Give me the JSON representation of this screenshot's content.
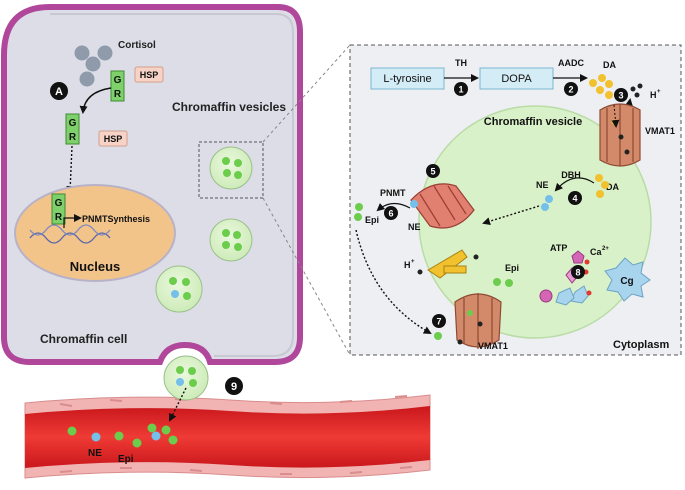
{
  "cell": {
    "cortisol": "Cortisol",
    "badge_a": "A",
    "hsp_1": "HSP",
    "hsp_2": "HSP",
    "gr_g": "G",
    "gr_r": "R",
    "chromaffin_vesicles": "Chromaffin vesicles",
    "pnmt_synthesis": "PNMTSynthesis",
    "nucleus": "Nucleus",
    "chromaffin_cell": "Chromaffin cell",
    "step_9": "9"
  },
  "blood": {
    "ne": "NE",
    "epi": "Epi"
  },
  "panel": {
    "ltyrosine": "L-tyrosine",
    "th": "TH",
    "dopa": "DOPA",
    "aadc": "AADC",
    "da_top": "DA",
    "h_top": "H",
    "h_sup": "+",
    "chromaffin_vesicle": "Chromaffin vesicle",
    "vmat1_top": "VMAT1",
    "pnmt": "PNMT",
    "ne_left": "NE",
    "epi_left": "Epi",
    "ne_mid": "NE",
    "dbh": "DBH",
    "da_right": "DA",
    "h_mid": "H",
    "epi_mid": "Epi",
    "atp": "ATP",
    "ca": "Ca",
    "ca_sup": "2+",
    "cg": "Cg",
    "vmat1_bottom": "VMAT1",
    "cytoplasm": "Cytoplasm",
    "steps": [
      "1",
      "2",
      "3",
      "4",
      "5",
      "6",
      "7",
      "8"
    ]
  },
  "colors": {
    "cell_border": "#b0479a",
    "cell_fill": "#dcdde6",
    "nucleus": "#f3c48a",
    "vesicle": "#d6f0c4",
    "ne": "#74c0ea",
    "epi": "#6ccd4c",
    "da": "#f2c12e",
    "blood": "#e8262a",
    "transporter": "#c9705a"
  }
}
